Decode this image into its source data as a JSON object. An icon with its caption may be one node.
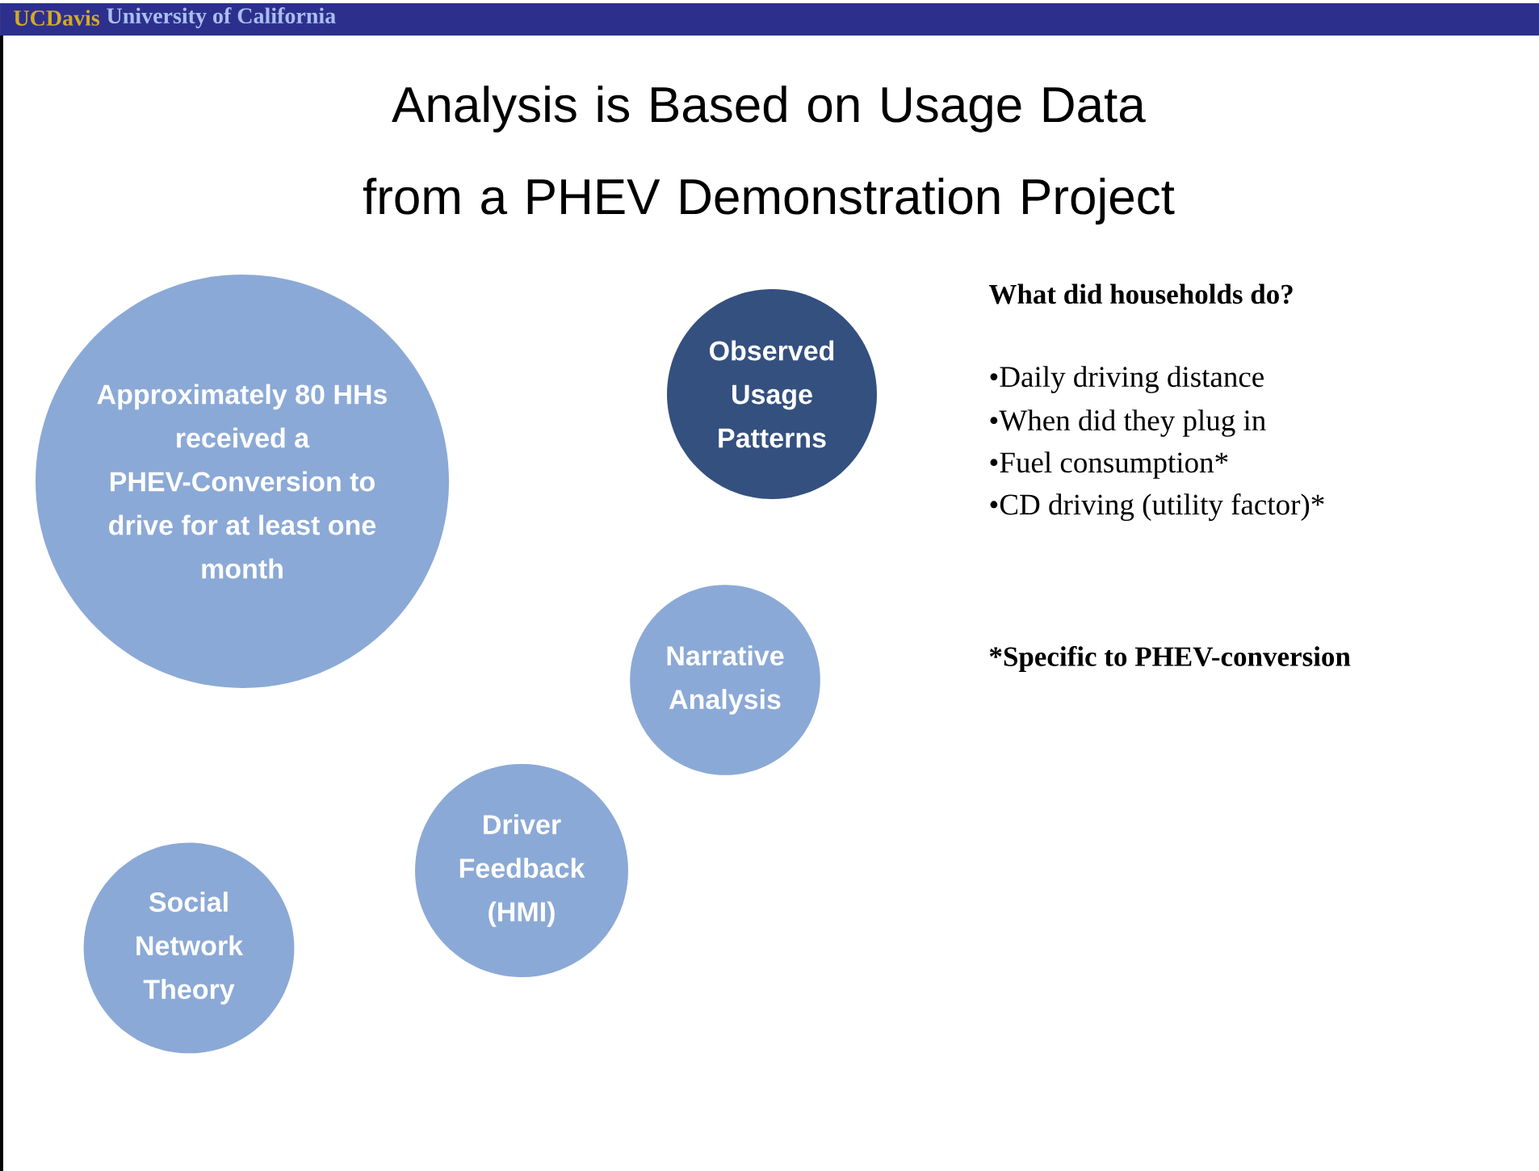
{
  "diagram": {
    "title": "Analysis is Based on Usage Data from a PHEV Demonstration Project",
    "nodes": [
      {
        "text": [
          "Approximately 80 HHs received a PHEV-Conversion to drive for at least one month"
        ]
      },
      {
        "text": [
          "Observed Usage Patterns"
        ]
      },
      {
        "text": [
          "Narrative Analysis"
        ]
      },
      {
        "text": [
          "Driver Feedback (HMI)"
        ]
      },
      {
        "text": [
          "Social Network Theory"
        ]
      }
    ],
    "labels": [
      "UCDavis",
      "University of California",
      "What did households do?",
      "•Daily driving distance",
      "•When did they plug in",
      "•Fuel consumption*",
      "•CD driving (utility factor)*",
      "*Specific to PHEV-conversion"
    ]
  }
}
